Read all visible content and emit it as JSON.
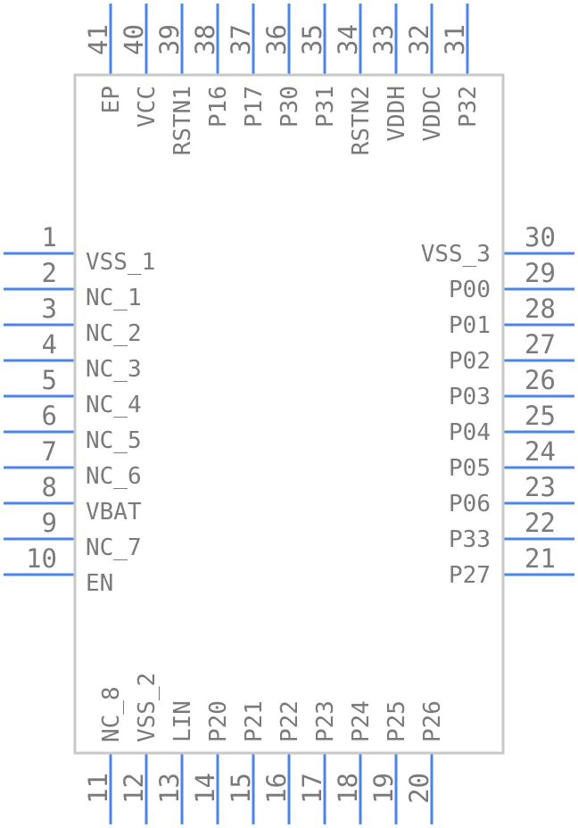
{
  "pins": {
    "left": [
      {
        "num": "1",
        "name": "VSS_1"
      },
      {
        "num": "2",
        "name": "NC_1"
      },
      {
        "num": "3",
        "name": "NC_2"
      },
      {
        "num": "4",
        "name": "NC_3"
      },
      {
        "num": "5",
        "name": "NC_4"
      },
      {
        "num": "6",
        "name": "NC_5"
      },
      {
        "num": "7",
        "name": "NC_6"
      },
      {
        "num": "8",
        "name": "VBAT"
      },
      {
        "num": "9",
        "name": "NC_7"
      },
      {
        "num": "10",
        "name": "EN"
      }
    ],
    "bottom": [
      {
        "num": "11",
        "name": "NC_8"
      },
      {
        "num": "12",
        "name": "VSS_2"
      },
      {
        "num": "13",
        "name": "LIN"
      },
      {
        "num": "14",
        "name": "P20"
      },
      {
        "num": "15",
        "name": "P21"
      },
      {
        "num": "16",
        "name": "P22"
      },
      {
        "num": "17",
        "name": "P23"
      },
      {
        "num": "18",
        "name": "P24"
      },
      {
        "num": "19",
        "name": "P25"
      },
      {
        "num": "20",
        "name": "P26"
      }
    ],
    "right": [
      {
        "num": "21",
        "name": "P27"
      },
      {
        "num": "22",
        "name": "P33"
      },
      {
        "num": "23",
        "name": "P06"
      },
      {
        "num": "24",
        "name": "P05"
      },
      {
        "num": "25",
        "name": "P04"
      },
      {
        "num": "26",
        "name": "P03"
      },
      {
        "num": "27",
        "name": "P02"
      },
      {
        "num": "28",
        "name": "P01"
      },
      {
        "num": "29",
        "name": "P00"
      },
      {
        "num": "30",
        "name": "VSS_3"
      }
    ],
    "top": [
      {
        "num": "31",
        "name": "P32"
      },
      {
        "num": "32",
        "name": "VDDC"
      },
      {
        "num": "33",
        "name": "VDDH"
      },
      {
        "num": "34",
        "name": "RSTN2"
      },
      {
        "num": "35",
        "name": "P31"
      },
      {
        "num": "36",
        "name": "P30"
      },
      {
        "num": "37",
        "name": "P17"
      },
      {
        "num": "38",
        "name": "P16"
      },
      {
        "num": "39",
        "name": "RSTN1"
      },
      {
        "num": "40",
        "name": "VCC"
      },
      {
        "num": "41",
        "name": "EP"
      }
    ]
  },
  "colors": {
    "pin": "#4a86e8",
    "body_outline": "#c8c8c8",
    "text": "#7a7a7a"
  }
}
